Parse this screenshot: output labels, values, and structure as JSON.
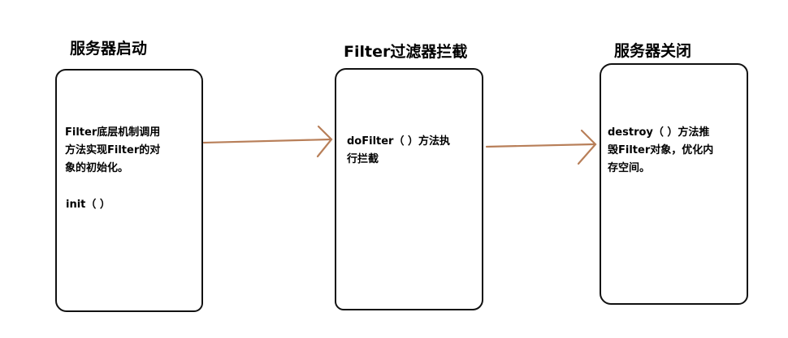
{
  "titles": {
    "server_start": "服务器启动",
    "filter_intercept": "Filter过滤器拦截",
    "server_close": "服务器关闭"
  },
  "boxes": {
    "init_desc": "Filter底层机制调用\n方法实现Filter的对\n象的初始化。",
    "init_method": "init（ ）",
    "dofilter_desc": "doFilter（ ）方法执\n行拦截",
    "destroy_desc": "destroy（ ）方法推\n毁Filter对象，优化内\n存空间。"
  },
  "colors": {
    "arrow": "#b87f59",
    "border": "#111111"
  }
}
